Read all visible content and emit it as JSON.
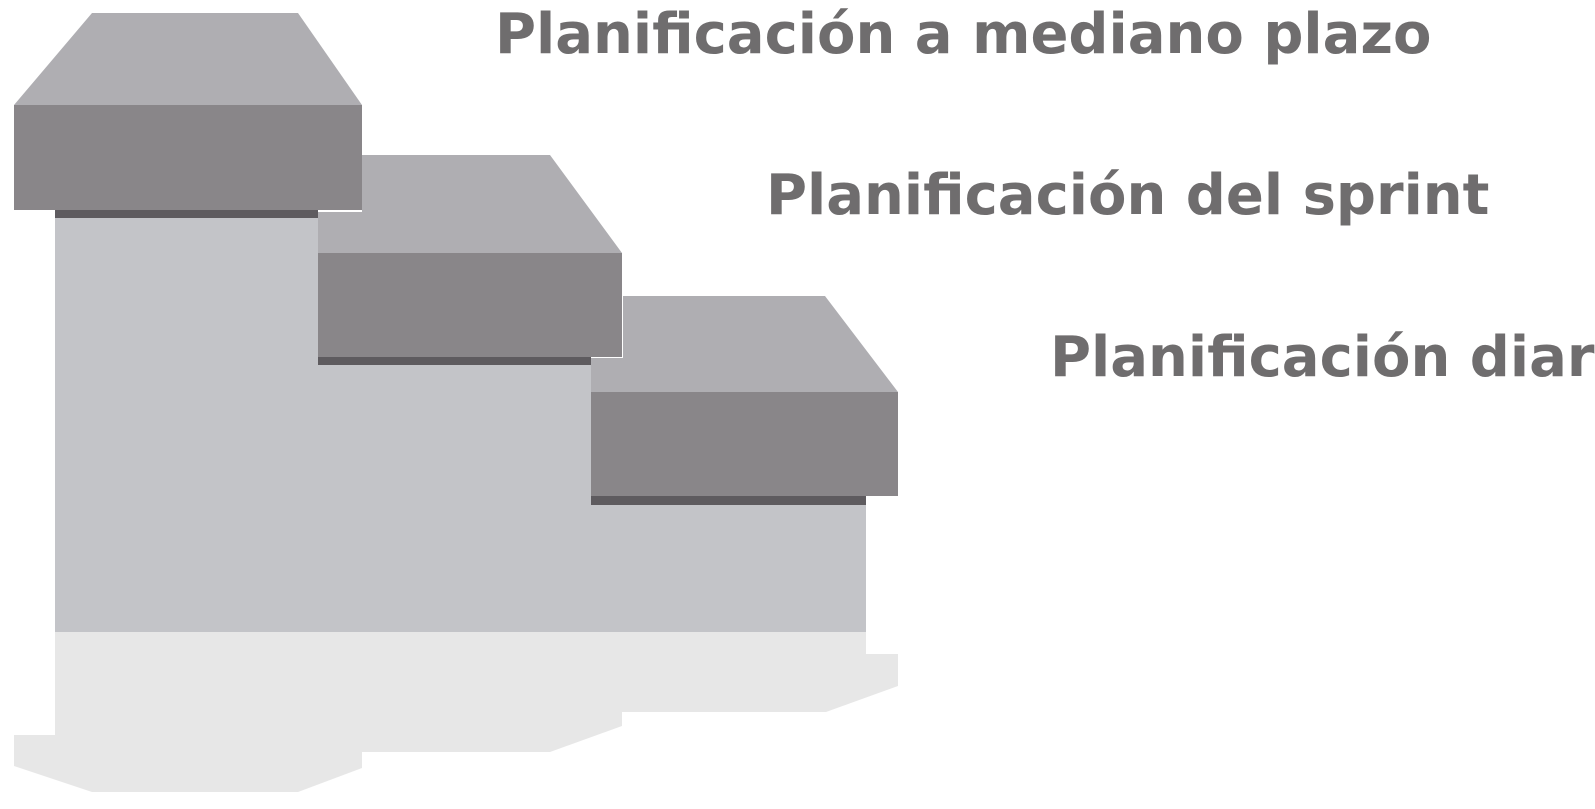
{
  "diagram": {
    "type": "staircase",
    "steps": [
      {
        "label": "Planificación a mediano plazo"
      },
      {
        "label": "Planificación del sprint"
      },
      {
        "label": "Planificación diaria"
      }
    ]
  },
  "colors": {
    "block_front": "#c3c4c8",
    "step_top": "#afaeb2",
    "step_front": "#898689",
    "step_edge": "#5e5b5f",
    "reflection": "#e7e7e7",
    "text": "#6f6d6e",
    "background": "#ffffff"
  }
}
